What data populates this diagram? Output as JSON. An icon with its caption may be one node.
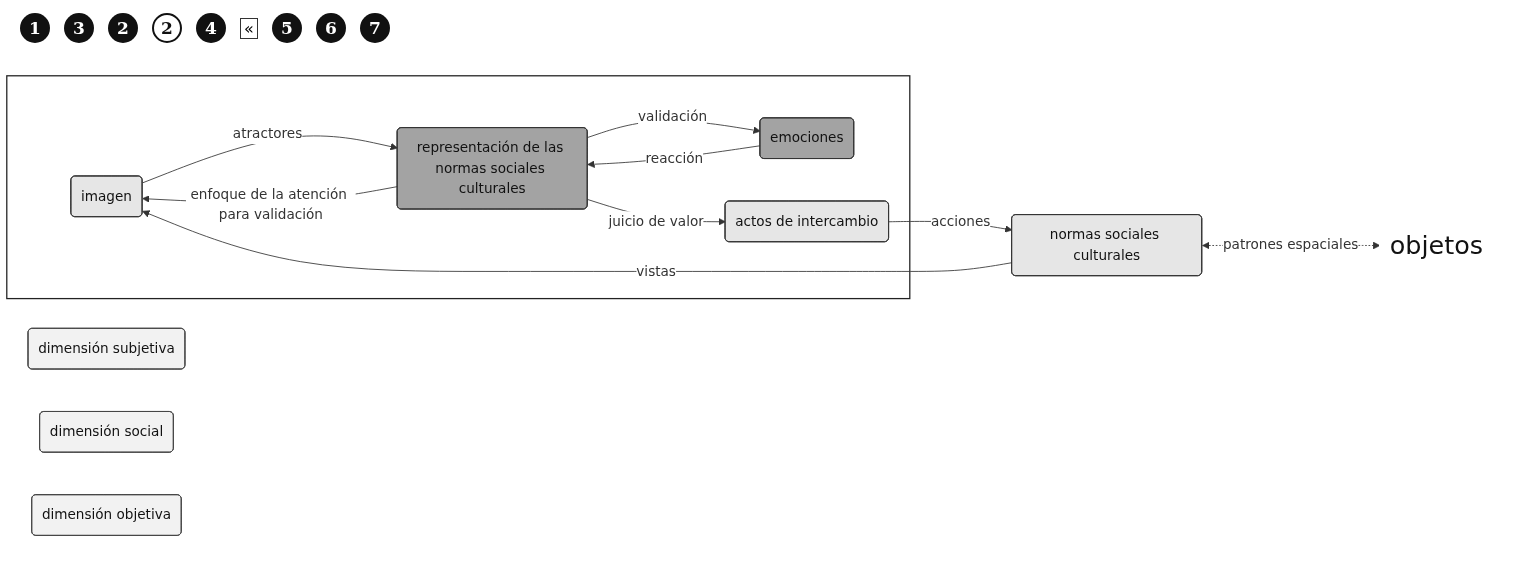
{
  "diagram": {
    "nodes": [
      {
        "text": [
          "dimensión subjetiva"
        ]
      },
      {
        "text": [
          "dimensión social"
        ]
      },
      {
        "text": [
          "dimensión objetiva"
        ]
      },
      {
        "text": [],
        "shape": "box"
      },
      {
        "text": [
          "imagen"
        ],
        "in": 3
      },
      {
        "text": [
          "representación de las normas sociales culturales"
        ],
        "in": 3
      },
      {
        "text": [
          "emociones"
        ],
        "in": 3
      },
      {
        "text": [
          "actos de intercambio"
        ],
        "in": 3
      },
      {
        "text": [
          "normas sociales culturales"
        ]
      },
      {
        "text": [
          "objetos"
        ]
      }
    ],
    "edges": [
      {
        "from": 4,
        "to": 5,
        "arrow": "to",
        "label": "atractores"
      },
      {
        "from": 5,
        "to": 6,
        "arrow": "to",
        "label": "validación"
      },
      {
        "from": 6,
        "to": 5,
        "arrow": "to",
        "label": "reacción"
      },
      {
        "from": 5,
        "to": 4,
        "arrow": "to",
        "label": "enfoque de la atención para validación"
      },
      {
        "from": 5,
        "to": 7,
        "arrow": "to",
        "label": "juicio de valor"
      },
      {
        "from": 7,
        "to": 8,
        "arrow": "to",
        "label": "acciones"
      },
      {
        "from": 8,
        "to": 4,
        "arrow": "to",
        "label": "vistas"
      },
      {
        "from": 8,
        "to": 9,
        "arrow": "both",
        "label": "patrones espaciales",
        "style": "dashed"
      }
    ],
    "labels": [
      "1",
      "3",
      "2",
      "2",
      "4",
      "«",
      "5",
      "6",
      "7"
    ]
  }
}
